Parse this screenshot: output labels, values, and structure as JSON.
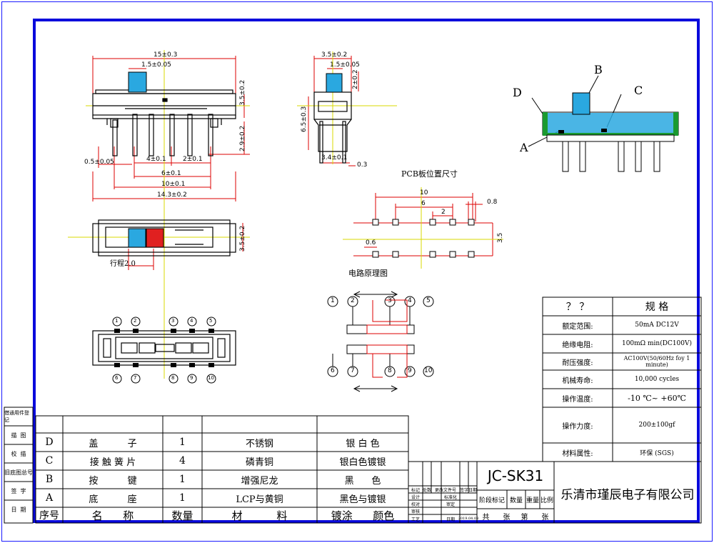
{
  "top_view": {
    "dim_width": "15±0.3",
    "dim_knob": "1.5±0.05",
    "dim_height": "3.5±0.2",
    "dim_pin_len": "2.9±0.2",
    "dim_pin_w": "0.5±0.05",
    "dim_p4": "4±0.1",
    "dim_p2": "2±0.1",
    "dim_p6": "6±0.1",
    "dim_p10": "10±0.1",
    "dim_total": "14.3±0.2"
  },
  "side_view": {
    "dim_top": "3.5±0.2",
    "dim_knob": "1.5±0.05",
    "dim_knob_h": "2±0.2",
    "dim_height": "6.5±0.3",
    "dim_pins": "3.4±0.1",
    "dim_thick": "0.3"
  },
  "front_view": {
    "dim_h": "3.5±0.2",
    "travel": "行程2.0"
  },
  "bottom_view": {
    "pins_top": [
      "1",
      "2",
      "3",
      "4",
      "5"
    ],
    "pins_bottom": [
      "6",
      "7",
      "8",
      "9",
      "10"
    ]
  },
  "pcb": {
    "title": "PCB板位置尺寸",
    "d10": "10",
    "d6": "6",
    "d2": "2",
    "d08": "0.8",
    "d35": "3.5",
    "d06": "0.6"
  },
  "circuit": {
    "title": "电路原理图",
    "top": [
      "1",
      "2",
      "3",
      "4",
      "5"
    ],
    "bottom": [
      "6",
      "7",
      "8",
      "9",
      "10"
    ]
  },
  "exploded": {
    "labels": [
      "A",
      "B",
      "C",
      "D"
    ]
  },
  "specs": {
    "header": [
      "？  ？",
      "规  格"
    ],
    "rows": [
      {
        "k": "额定范围:",
        "v": "50mA DC12V"
      },
      {
        "k": "绝缘电阻:",
        "v": "100mΩ min(DC100V)"
      },
      {
        "k": "耐压强度:",
        "v": "AC100V(50/60Hz foy 1 minute)"
      },
      {
        "k": "机械寿命:",
        "v": "10,000 cycles"
      },
      {
        "k": "操作温度:",
        "v": "-10 ℃~ +60℃"
      },
      {
        "k": "操作力度:",
        "v": "200±100gf"
      },
      {
        "k": "材料属性:",
        "v": "环保 (SGS)"
      }
    ]
  },
  "bom": {
    "rows": [
      {
        "id": "D",
        "name": "盖          子",
        "qty": "1",
        "mat": "不锈钢",
        "finish": "银 白 色"
      },
      {
        "id": "C",
        "name": "接 触 簧 片",
        "qty": "4",
        "mat": "磷青铜",
        "finish": "银白色镀银"
      },
      {
        "id": "B",
        "name": "按          键",
        "qty": "1",
        "mat": "增强尼龙",
        "finish": "黑      色"
      },
      {
        "id": "A",
        "name": "底          座",
        "qty": "1",
        "mat": "LCP与黄铜",
        "finish": "黑色与镀银"
      }
    ],
    "header": {
      "id": "序号",
      "name": "名      称",
      "qty": "数量",
      "mat": "材          料",
      "finish": "镀涂      颜色"
    }
  },
  "title_block": {
    "part_no": "JC-SK31",
    "company": "乐清市瑾辰电子有限公司",
    "stage": "阶段标记",
    "weight": "重量",
    "qty": "数量",
    "scale": "比例",
    "total": "共      张",
    "sheet": "第      张",
    "date": "2019.04.08",
    "mini": [
      "标记",
      "处数",
      "更改文件号",
      "签字",
      "日期"
    ],
    "mini2": [
      "设计",
      "校对",
      "审核",
      "工艺"
    ],
    "mini3": [
      "标准化",
      "审定",
      "日期"
    ]
  },
  "side_strip": [
    "借通用件登记",
    "描  图",
    "校  描",
    "旧底图总号",
    "签  字",
    "日  期"
  ]
}
